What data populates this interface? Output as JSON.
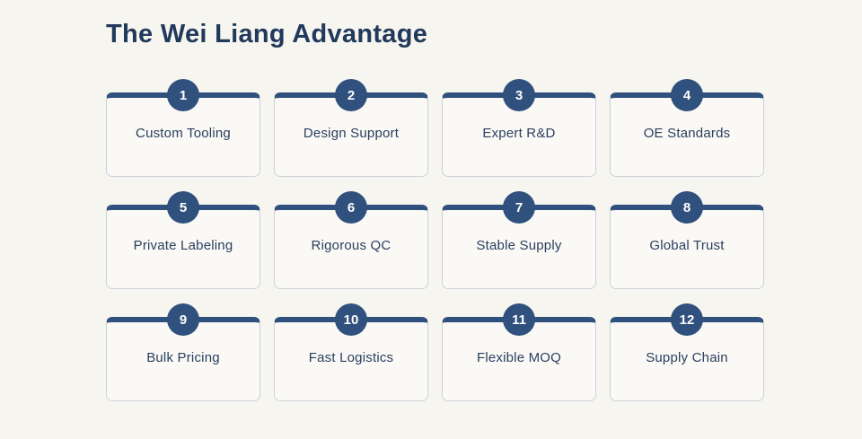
{
  "page": {
    "title": "The Wei Liang Advantage"
  },
  "colors": {
    "background": "#f7f5f0",
    "card_background": "#faf9f5",
    "card_border": "#ccd1da",
    "accent_navy": "#30507d",
    "title_text": "#21395b",
    "label_text": "#2a3f5f",
    "badge_text": "#ffffff"
  },
  "cards": [
    {
      "number": "1",
      "label": "Custom Tooling"
    },
    {
      "number": "2",
      "label": "Design Support"
    },
    {
      "number": "3",
      "label": "Expert R&D"
    },
    {
      "number": "4",
      "label": "OE Standards"
    },
    {
      "number": "5",
      "label": "Private Labeling"
    },
    {
      "number": "6",
      "label": "Rigorous QC"
    },
    {
      "number": "7",
      "label": "Stable Supply"
    },
    {
      "number": "8",
      "label": "Global Trust"
    },
    {
      "number": "9",
      "label": "Bulk Pricing"
    },
    {
      "number": "10",
      "label": "Fast Logistics"
    },
    {
      "number": "11",
      "label": "Flexible MOQ"
    },
    {
      "number": "12",
      "label": "Supply Chain"
    }
  ]
}
